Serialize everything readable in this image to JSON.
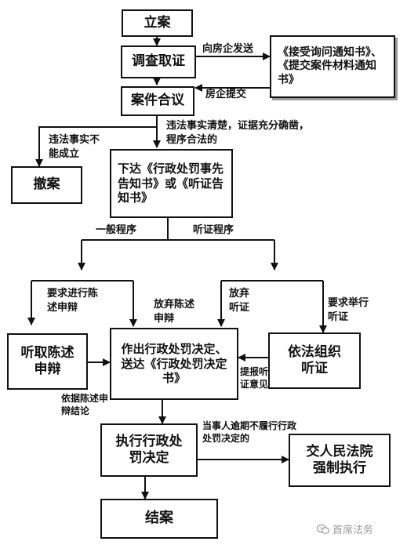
{
  "diagram": {
    "nodes": {
      "filing": "立案",
      "investigation": "调查取证",
      "notices": "《接受询问通知书》、《提交案件材料通知书》",
      "case_review": "案件合议",
      "withdraw": "撤案",
      "issue_notice": "下达《行政处罚事先告知书》或《听证告知书》",
      "hear_defense": "听取陈述申辩",
      "decision": "作出行政处罚决定、送达《行政处罚决定书》",
      "hold_hearing": "依法组织听证",
      "execute": "执行行政处罚决定",
      "court": "交人民法院强制执行",
      "close": "结案"
    },
    "labels": {
      "send_to_company": "向房企发送",
      "company_submits": "房企提交",
      "facts_clear": "违法事实清楚，证据充分确凿，程序合法的",
      "facts_invalid": "违法事实不能成立",
      "general_procedure": "一般程序",
      "hearing_procedure": "听证程序",
      "request_defense": "要求进行陈述申辩",
      "waive_defense": "放弃陈述申辩",
      "waive_hearing": "放弃听证",
      "request_hearing": "要求举行听证",
      "hearing_opinion": "提报听证意见",
      "defense_conclusion": "依据陈述申辩结论",
      "overdue": "当事人逾期不履行行政处罚决定的"
    }
  },
  "watermark": {
    "text": "首席法务",
    "icon": "wechat-icon"
  }
}
